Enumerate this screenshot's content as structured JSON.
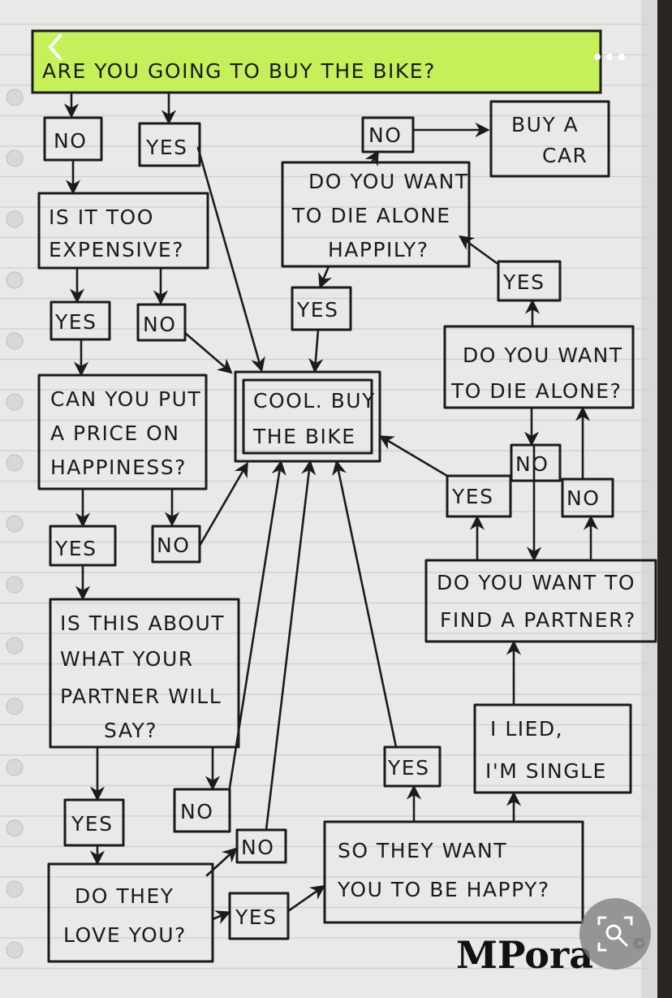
{
  "title": "ARE YOU GOING TO BUY THE BIKE?",
  "nodes": {
    "n_no_top": "NO",
    "n_yes_top": "YES",
    "q_expensive": [
      "IS IT TOO",
      "EXPENSIVE?"
    ],
    "n_yes_exp": "YES",
    "n_no_exp": "NO",
    "q_price": [
      "CAN YOU PUT",
      "A PRICE ON",
      "HAPPINESS?"
    ],
    "n_yes_price": "YES",
    "n_no_price": "NO",
    "q_partner_say": [
      "IS THIS ABOUT",
      "WHAT YOUR",
      "PARTNER WILL",
      "SAY?"
    ],
    "n_yes_say": "YES",
    "n_no_say": "NO",
    "q_love": [
      "DO THEY",
      "LOVE YOU?"
    ],
    "n_no_love": "NO",
    "n_yes_love": "YES",
    "q_happy": [
      "SO THEY WANT",
      "YOU TO BE HAPPY?"
    ],
    "n_yes_happy": "YES",
    "q_lied": [
      "I LIED,",
      "I'M SINGLE"
    ],
    "q_find_partner": [
      "DO YOU WANT TO",
      "FIND A PARTNER?"
    ],
    "n_yes_find": "YES",
    "n_no_find": "NO",
    "q_die_alone": [
      "DO YOU WANT",
      "TO DIE ALONE?"
    ],
    "n_no_die": "NO",
    "n_yes_die": "YES",
    "q_die_happily": [
      "DO YOU WANT",
      "TO DIE ALONE",
      "HAPPILY?"
    ],
    "n_no_happily": "NO",
    "n_yes_happily": "YES",
    "buy_car": [
      "BUY A",
      "CAR"
    ],
    "buy_bike": [
      "COOL. BUY",
      "THE BIKE"
    ]
  },
  "signature": "MPora",
  "colors": {
    "title_highlight": "#c6f05a",
    "ink": "#1b1b1b",
    "paper": "#e9e9e7",
    "rule_line": "#cfd3d6"
  },
  "ui": {
    "back_icon": "chevron-left-icon",
    "more_icon": "more-dots-icon",
    "lens_icon": "visual-search-icon"
  }
}
